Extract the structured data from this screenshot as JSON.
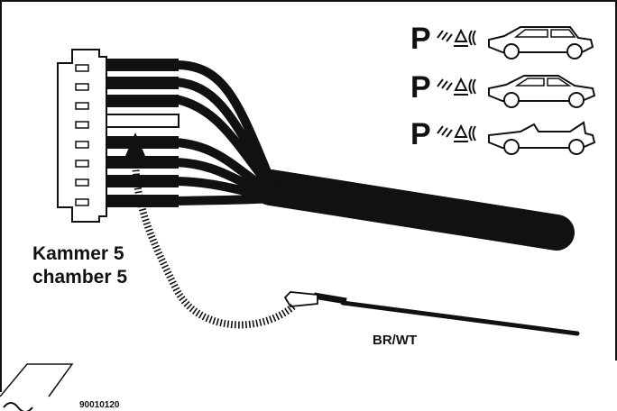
{
  "labels": {
    "kammer": "Kammer 5",
    "chamber": "chamber 5",
    "wire_color": "BR/WT",
    "part_number": "90010120"
  },
  "parking_symbol": {
    "letter": "P",
    "count": 3
  },
  "vehicles": [
    "hatchback-car-icon",
    "sedan-car-icon",
    "convertible-car-icon"
  ],
  "connector": {
    "chambers": 8,
    "highlighted_chamber": 5
  },
  "colors": {
    "ink": "#111111",
    "background": "#ffffff"
  }
}
